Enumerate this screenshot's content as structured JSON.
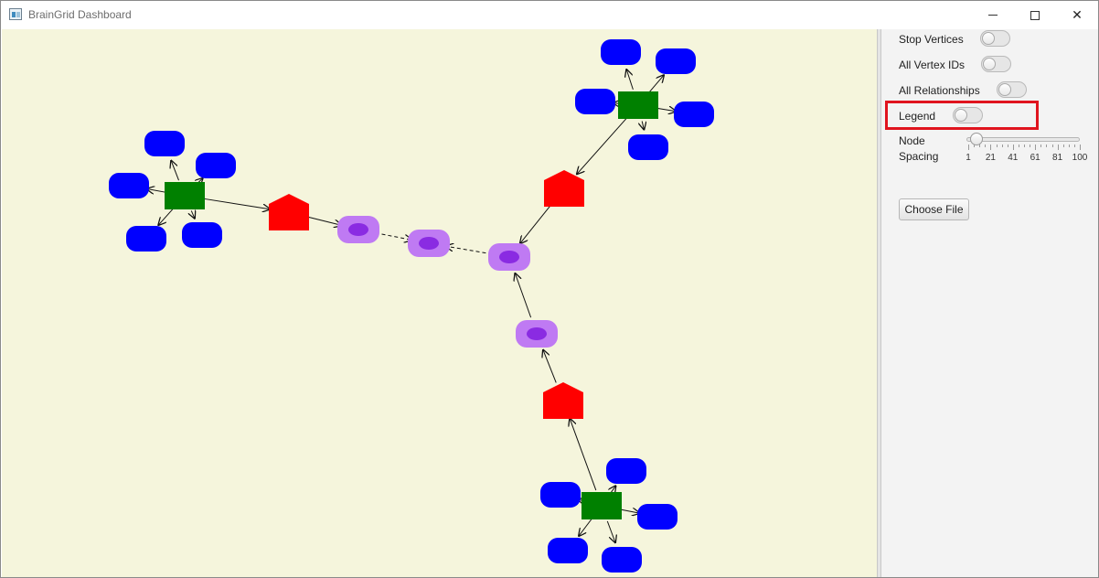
{
  "window": {
    "title": "BrainGrid Dashboard",
    "controls": {
      "minimize": "minimize",
      "maximize": "maximize",
      "close": "✕"
    }
  },
  "panel": {
    "stop_vertices_label": "Stop Vertices",
    "all_vertex_ids_label": "All Vertex IDs",
    "all_relationships_label": "All Relationships",
    "legend_label": "Legend",
    "toggles": {
      "stop_vertices": false,
      "all_vertex_ids": false,
      "all_relationships": false,
      "legend": false
    },
    "node_spacing_label_1": "Node",
    "node_spacing_label_2": "Spacing",
    "node_spacing_value": 1,
    "node_spacing_ticks": [
      "1",
      "21",
      "41",
      "61",
      "81",
      "100"
    ],
    "choose_file_label": "Choose File"
  },
  "graph": {
    "colors": {
      "background": "#f5f5dc",
      "hub": "#008000",
      "leaf": "#0000ff",
      "pentagon": "#ff0000",
      "ring_outer": "#bf7af3",
      "ring_inner": "#8a2be2",
      "edge": "#111111"
    }
  }
}
